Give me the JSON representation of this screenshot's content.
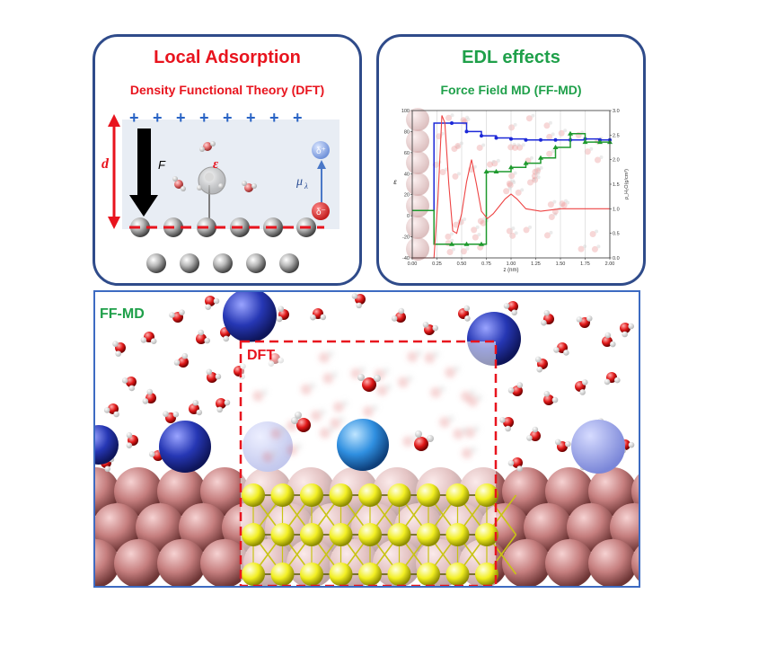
{
  "left_panel": {
    "title": "Local Adsorption",
    "subtitle": "Density Functional Theory (DFT)",
    "labels": {
      "d": "d",
      "F": "F",
      "epsilon": "ε",
      "mu": "μ",
      "mu_sub": "λ",
      "delta_plus": "δ⁺",
      "delta_minus": "δ⁻",
      "plus": "+"
    },
    "colors": {
      "title": "#e8141e",
      "plus": "#2a64c5",
      "arrow_d": "#e8141e",
      "force": "#000000"
    }
  },
  "right_panel": {
    "title": "EDL effects",
    "subtitle": "Force Field MD (FF-MD)",
    "colors": {
      "title": "#1fa04a",
      "blue_series": "#1c28d8",
      "green_series": "#1f9a2e",
      "red_series": "#ee4444"
    }
  },
  "bottom_panel": {
    "label_ffmd": "FF-MD",
    "label_dft": "DFT",
    "colors": {
      "ffmd": "#1fa04a",
      "dft": "#e8141e",
      "border": "#3d6bc2",
      "copper": "#c57e7e",
      "sulfur": "#f2ef22",
      "cation": "#2637b4",
      "adsorbate": "#2f8fe0"
    }
  },
  "chart_data": {
    "type": "line",
    "xlabel": "z (nm)",
    "ylabel": "ε",
    "y2label": "ρ_H₂O(g/cm³)",
    "xlim": [
      0.0,
      2.0
    ],
    "ylim": [
      -40,
      100
    ],
    "y2lim": [
      0.0,
      3.0
    ],
    "x_ticks": [
      "0.00",
      "0.25",
      "0.50",
      "0.75",
      "1.00",
      "1.25",
      "1.50",
      "1.75",
      "2.00"
    ],
    "y_ticks": [
      "-40",
      "-20",
      "0",
      "20",
      "40",
      "60",
      "80",
      "100"
    ],
    "y2_ticks": [
      "0.0",
      "0.5",
      "1.0",
      "1.5",
      "2.0",
      "2.5",
      "3.0"
    ],
    "series": [
      {
        "axis": "left",
        "style": "step-markers",
        "color": "#1c28d8",
        "marker": "circle",
        "x": [
          0.0,
          0.22,
          0.22,
          0.4,
          0.55,
          0.7,
          0.85,
          1.0,
          1.15,
          1.3,
          1.45,
          1.6,
          1.75,
          1.9,
          2.0
        ],
        "y": [
          5,
          5,
          88,
          88,
          80,
          76,
          74,
          73,
          72,
          72,
          72,
          72,
          73,
          72,
          72
        ]
      },
      {
        "axis": "left",
        "style": "step-markers",
        "color": "#1f9a2e",
        "marker": "triangle",
        "x": [
          0.0,
          0.22,
          0.22,
          0.4,
          0.55,
          0.7,
          0.75,
          0.85,
          1.0,
          1.15,
          1.3,
          1.45,
          1.6,
          1.75,
          1.9,
          2.0
        ],
        "y": [
          5,
          5,
          -27,
          -27,
          -27,
          -27,
          42,
          42,
          46,
          50,
          55,
          65,
          78,
          70,
          70,
          70
        ]
      },
      {
        "axis": "right",
        "style": "line",
        "color": "#ee4444",
        "x": [
          0.0,
          0.22,
          0.26,
          0.3,
          0.33,
          0.37,
          0.41,
          0.45,
          0.5,
          0.55,
          0.6,
          0.65,
          0.7,
          0.76,
          0.82,
          0.88,
          0.94,
          1.0,
          1.06,
          1.15,
          1.3,
          1.5,
          1.75,
          2.0
        ],
        "y": [
          0.0,
          0.0,
          1.2,
          2.9,
          2.75,
          1.5,
          0.55,
          0.5,
          0.9,
          1.55,
          2.0,
          1.5,
          0.95,
          0.8,
          0.9,
          1.05,
          1.2,
          1.3,
          1.2,
          1.0,
          0.95,
          1.0,
          1.0,
          1.0
        ]
      }
    ]
  }
}
